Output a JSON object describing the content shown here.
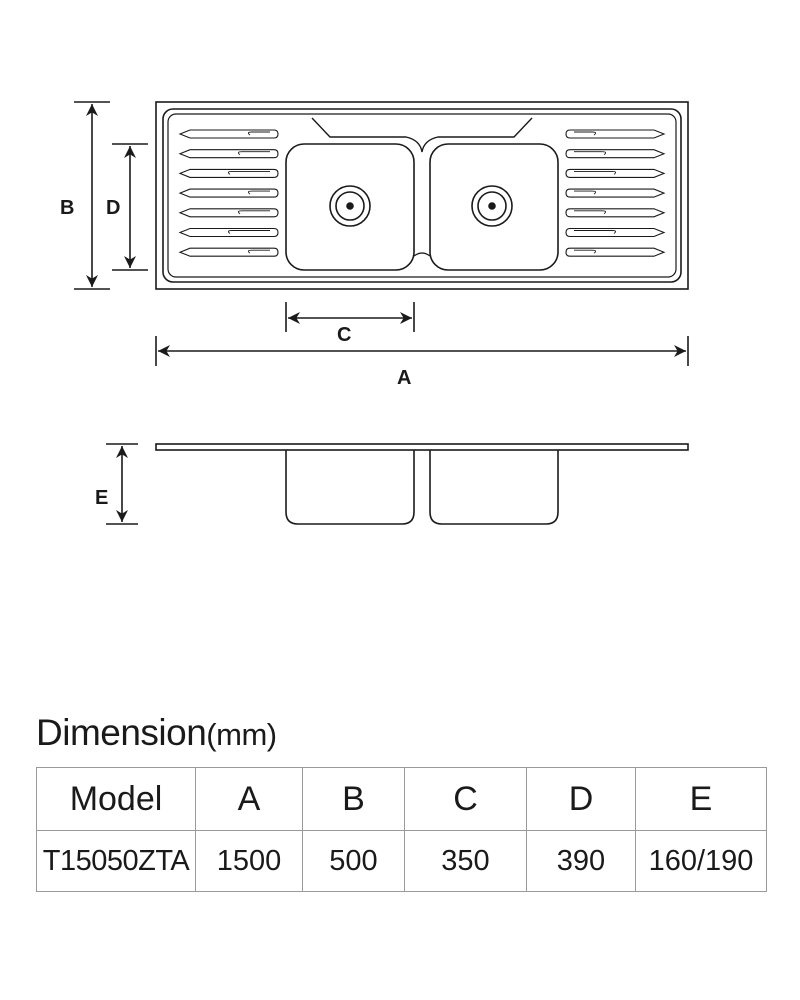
{
  "drawing": {
    "labels": {
      "a": "A",
      "b": "B",
      "c": "C",
      "d": "D",
      "e": "E"
    }
  },
  "spec": {
    "title": "Dimension",
    "unit": "(mm)",
    "headers": [
      "Model",
      "A",
      "B",
      "C",
      "D",
      "E"
    ],
    "rows": [
      [
        "T15050ZTA",
        "1500",
        "500",
        "350",
        "390",
        "160/190"
      ]
    ]
  }
}
